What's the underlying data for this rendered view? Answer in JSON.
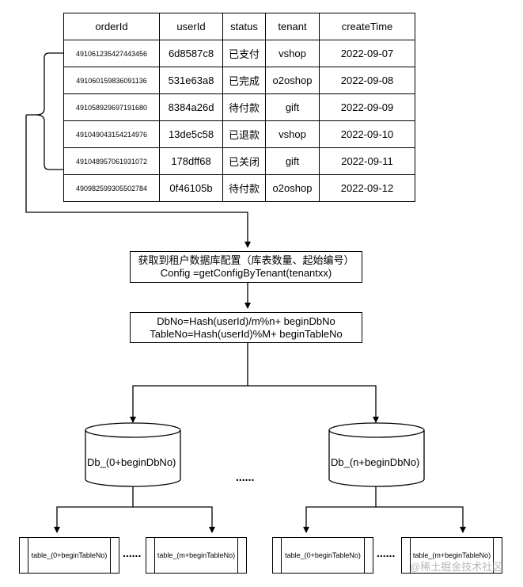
{
  "table": {
    "headers": [
      "orderId",
      "userId",
      "status",
      "tenant",
      "createTime"
    ],
    "rows": [
      [
        "491061235427443456",
        "6d8587c8",
        "已支付",
        "vshop",
        "2022-09-07"
      ],
      [
        "491060159836091136",
        "531e63a8",
        "已完成",
        "o2oshop",
        "2022-09-08"
      ],
      [
        "491058929697191680",
        "8384a26d",
        "待付款",
        "gift",
        "2022-09-09"
      ],
      [
        "491049043154214976",
        "13de5c58",
        "已退款",
        "vshop",
        "2022-09-10"
      ],
      [
        "491048957061931072",
        "178dff68",
        "已关闭",
        "gift",
        "2022-09-11"
      ],
      [
        "490982599305502784",
        "0f46105b",
        "待付款",
        "o2oshop",
        "2022-09-12"
      ]
    ]
  },
  "config_box": {
    "line1": "获取到租户数据库配置（库表数量、起始编号）",
    "line2": "Config =getConfigByTenant(tenantxx)"
  },
  "hash_box": {
    "line1": "DbNo=Hash(userId)/m%n+ beginDbNo",
    "line2": "TableNo=Hash(userId)%M+ beginTableNo"
  },
  "databases": [
    {
      "label": "Db_(0+beginDbNo)"
    },
    {
      "label": "Db_(n+beginDbNo)"
    }
  ],
  "db_ellipsis": "......",
  "tables": [
    {
      "label": "table_(0+beginTableNo)"
    },
    {
      "label": "table_(m+beginTableNo)"
    },
    {
      "label": "table_(0+beginTableNo)"
    },
    {
      "label": "table_(m+beginTableNo)"
    }
  ],
  "table_ellipsis": "......",
  "watermark": "@稀土掘金技术社区"
}
